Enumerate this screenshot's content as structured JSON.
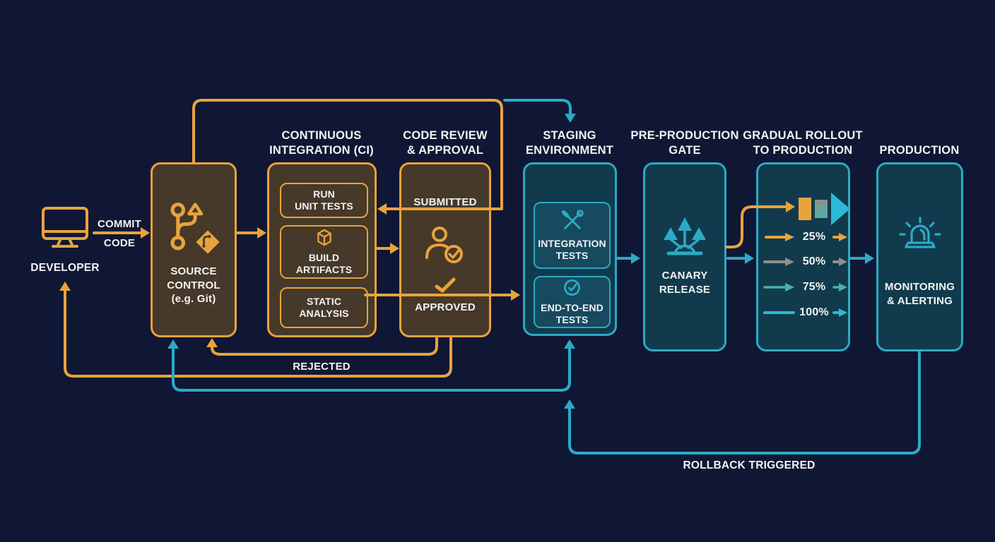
{
  "colors": {
    "background": "#101734",
    "orange": "#e8a33d",
    "brown_box_fill": "#46392a",
    "teal": "#2caac5",
    "teal_box_fill": "#113b4d",
    "teal_subbox_fill": "#164a5f",
    "gray": "#8f8f8d",
    "teal_green": "#4cb2a9",
    "bright_teal": "#2cb9d8",
    "text": "#f3f3f3"
  },
  "nodes": {
    "developer": {
      "label": "DEVELOPER",
      "icon": "monitor-icon"
    },
    "source_control": {
      "label": "SOURCE\nCONTROL\n(e.g. Git)",
      "icon": "git-branch-icon"
    },
    "ci": {
      "title": "CONTINUOUS\nINTEGRATION (CI)",
      "steps": [
        {
          "label": "RUN\nUNIT TESTS"
        },
        {
          "label": "BUILD\nARTIFACTS",
          "icon": "package-icon"
        },
        {
          "label": "STATIC\nANALYSIS"
        }
      ]
    },
    "code_review": {
      "title": "CODE REVIEW\n& APPROVAL",
      "submitted_label": "SUBMITTED",
      "approved_label": "APPROVED",
      "icon": "reviewer-approval-icon"
    },
    "staging": {
      "title": "STAGING\nENVIRONMENT",
      "steps": [
        {
          "label": "INTEGRATION\nTESTS",
          "icon": "tools-icon"
        },
        {
          "label": "END-TO-END\nTESTS",
          "icon": "check-circle-icon"
        }
      ]
    },
    "gate": {
      "title": "PRE-PRODUCTION\nGATE",
      "label": "CANARY\nRELEASE",
      "icon": "canary-plant-icon"
    },
    "rollout": {
      "title": "GRADUAL ROLLOUT\nTO PRODUCTION",
      "graphic": "rollout-progress-glyph",
      "stages": [
        {
          "pct": "25%",
          "color": "#e8a33d"
        },
        {
          "pct": "50%",
          "color": "#8f8f8d"
        },
        {
          "pct": "75%",
          "color": "#4cb2a9"
        },
        {
          "pct": "100%",
          "color": "#2cb9d8"
        }
      ]
    },
    "production": {
      "title": "PRODUCTION",
      "label": "MONITORING\n& ALERTING",
      "icon": "siren-icon"
    }
  },
  "edges": {
    "commit_label": "COMMIT\nCODE",
    "rejected_label": "REJECTED",
    "rollback_label": "ROLLBACK TRIGGERED"
  }
}
